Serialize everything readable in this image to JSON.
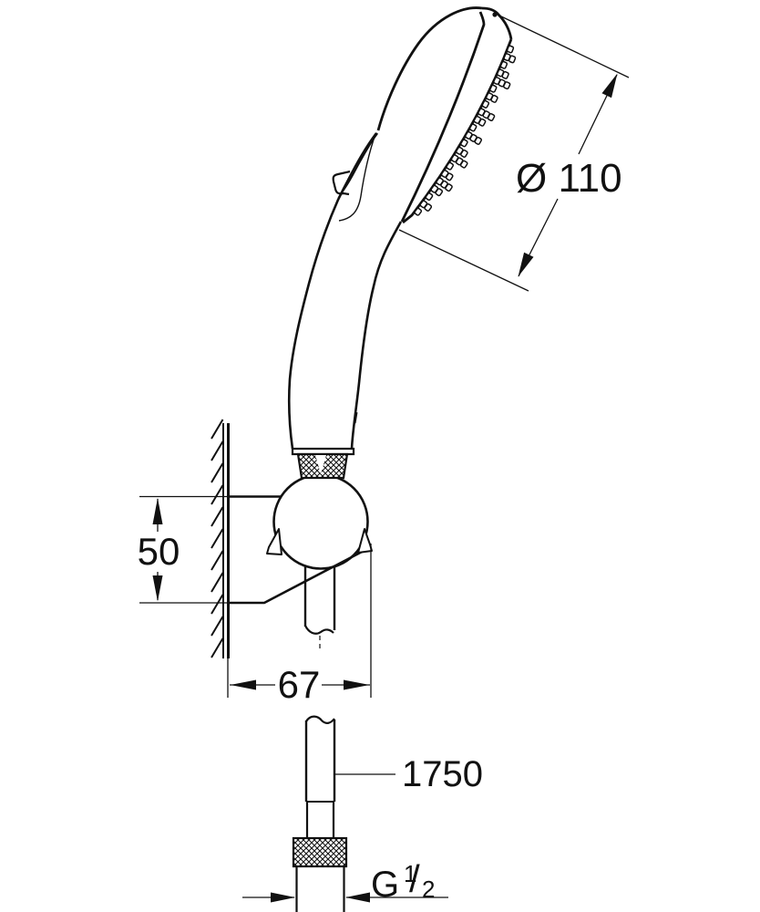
{
  "drawing": {
    "type": "technical-dimension-drawing",
    "subject": "hand-shower with wall holder and hose",
    "colors": {
      "ink": "#111111",
      "background": "#ffffff"
    },
    "labels": {
      "head_diameter": "Ø 110",
      "holder_height": "50",
      "holder_depth": "67",
      "hose_length": "1750",
      "thread": {
        "g": "G",
        "numerator": "1",
        "slash": "/",
        "denominator": "2"
      }
    }
  }
}
